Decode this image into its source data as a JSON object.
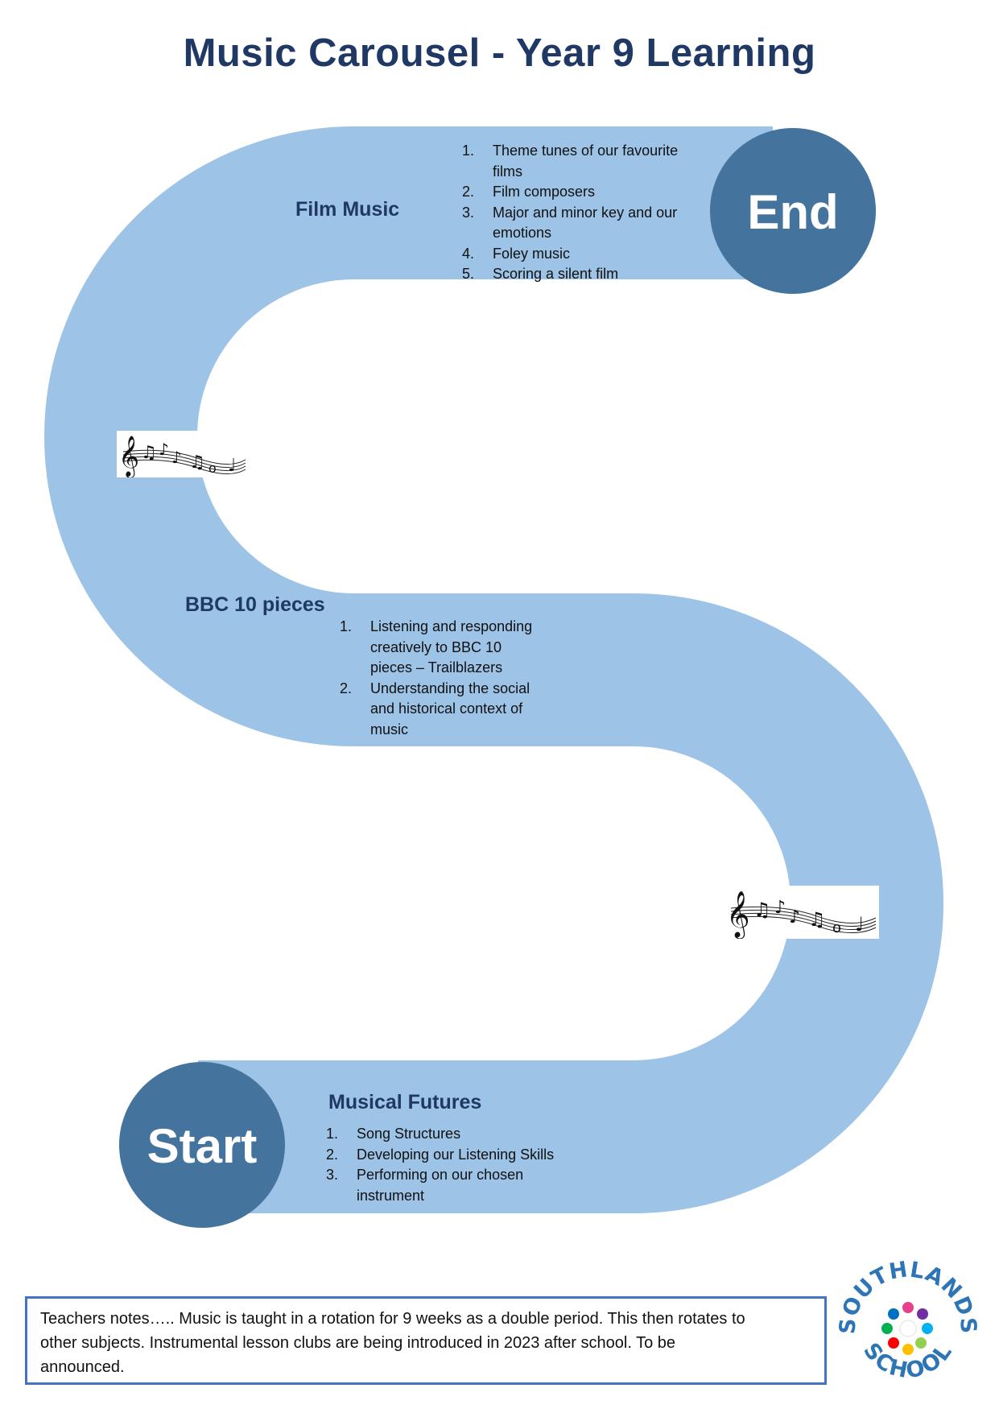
{
  "title": "Music Carousel - Year 9 Learning",
  "colors": {
    "road": "#9dc3e6",
    "circle": "#44739e",
    "heading": "#1f3864",
    "notes_border": "#4472c4"
  },
  "end_label": "End",
  "start_label": "Start",
  "stages": {
    "film_music": {
      "title": "Film Music",
      "topics": [
        {
          "n": "1.",
          "lines": [
            "Theme tunes of our favourite",
            "films"
          ]
        },
        {
          "n": "2.",
          "lines": [
            "Film composers"
          ]
        },
        {
          "n": "3.",
          "lines": [
            "Major and minor key and our",
            "emotions"
          ]
        },
        {
          "n": "4.",
          "lines": [
            "Foley music"
          ]
        },
        {
          "n": "5.",
          "lines": [
            "Scoring a silent film"
          ]
        }
      ]
    },
    "bbc": {
      "title": "BBC 10 pieces",
      "topics": [
        {
          "n": "1.",
          "lines": [
            "Listening and responding",
            "creatively  to BBC 10",
            "pieces – Trailblazers"
          ]
        },
        {
          "n": "2.",
          "lines": [
            "Understanding the social",
            "and historical context of",
            "music"
          ]
        }
      ]
    },
    "musical_futures": {
      "title": "Musical Futures",
      "topics": [
        {
          "n": "1.",
          "lines": [
            "Song Structures"
          ]
        },
        {
          "n": "2.",
          "lines": [
            "Developing our Listening Skills"
          ]
        },
        {
          "n": "3.",
          "lines": [
            "Performing on our chosen",
            "instrument"
          ]
        }
      ]
    }
  },
  "notes": {
    "lines": [
      "Teachers notes…..   Music is taught in a rotation for 9 weeks as a double period.  This then rotates to",
      "other subjects.  Instrumental lesson clubs are being introduced in 2023 after school.  To be",
      "announced."
    ]
  },
  "logo": {
    "top_text": "SOUTHLANDS",
    "bottom_text": "SCHOOL"
  },
  "icons": [
    "music-notes-icon",
    "school-logo-icon"
  ]
}
